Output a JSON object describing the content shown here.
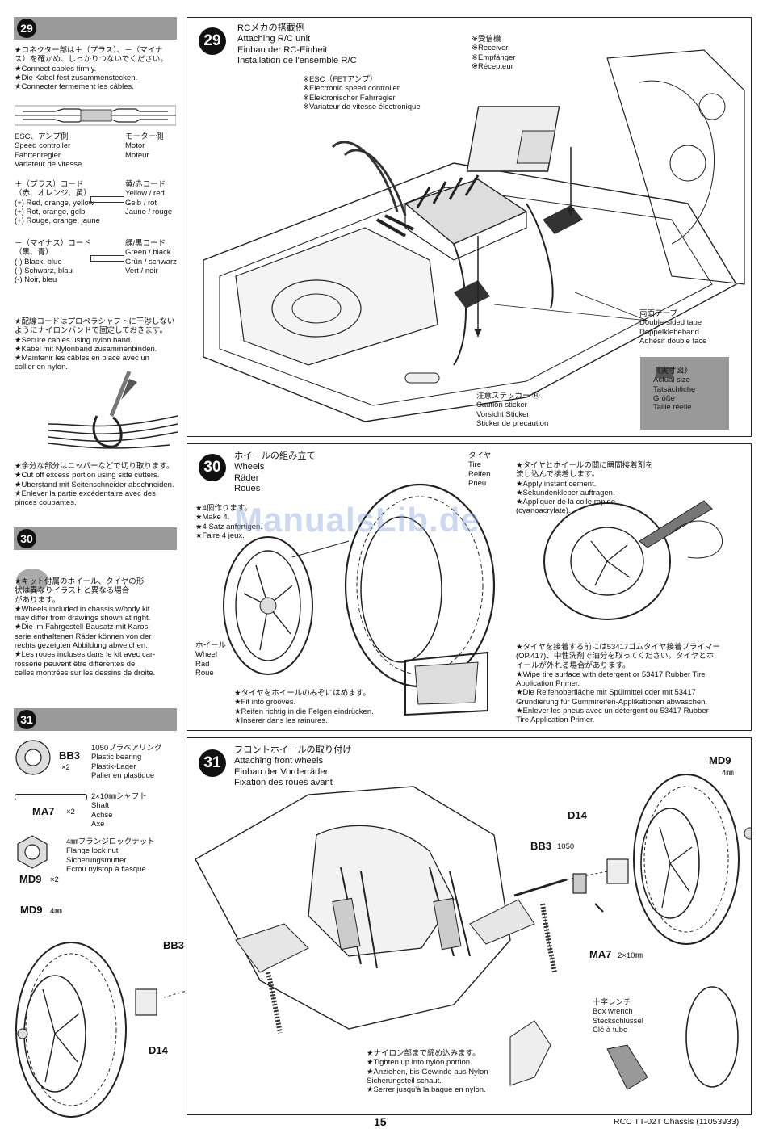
{
  "page_number": "15",
  "footer_title": "RCC TT-02T Chassis (11053933)",
  "watermark": "ManualsLib.de",
  "sidebar": {
    "s29": {
      "number": "29",
      "note": "★コネクター部は＋（プラス）、－（マイナ\nス）を確かめ、しっかりつないでください。\n★Connect cables firmly.\n★Die Kabel fest zusammenstecken.\n★Connecter fermement les câbles.",
      "esc_label": "ESC、アンプ側\nSpeed controller\nFahrtenregler\nVariateur de vitesse",
      "motor_label": "モーター側\nMotor\nMoteur",
      "plus_cord": "＋（プラス）コード\n（赤、オレンジ、黄）\n(+) Red, orange, yellow\n(+) Rot, orange, gelb\n(+) Rouge, orange, jaune",
      "plus_color": "黄/赤コード\nYellow / red\nGelb / rot\nJaune / rouge",
      "minus_cord": "－（マイナス）コード\n（黒、青）\n(-) Black, blue\n(-) Schwarz, blau\n(-) Noir, bleu",
      "minus_color": "緑/黒コード\nGreen / black\nGrün / schwarz\nVert / noir",
      "secure_note": "★配線コードはプロペラシャフトに干渉しない\nようにナイロンバンドで固定しておきます。\n★Secure cables using nylon band.\n★Kabel mit Nylonband zusammenbinden.\n★Maintenir les câbles en place avec un\ncollier en nylon.",
      "cut_note": "★余分な部分はニッパーなどで切り取ります。\n★Cut off excess portion using side cutters.\n★Überstand mit Seitenschneider abschneiden.\n★Enlever la partie excédentaire avec des\npinces coupantes."
    },
    "s30": {
      "number": "30",
      "note": "★キット付属のホイール、タイヤの形\n状は異なりイラストと異なる場合\nがあります。\n★Wheels included in chassis w/body kit\nmay differ from drawings shown at right.\n★Die im Fahrgestell-Bausatz mit Karos-\nserie enthaltenen Räder können von der\nrechts gezeigten Abbildung abweichen.\n★Les roues incluses dans le kit avec car-\nrosserie peuvent être différentes de\ncelles montrées sur les dessins de droite."
    },
    "s31": {
      "number": "31",
      "bb3_code": "BB3",
      "bb3_qty": "×2",
      "bb3_label": "1050プラベアリング\nPlastic bearing\nPlastik-Lager\nPalier en plastique",
      "ma7_code": "MA7",
      "ma7_qty": "×2",
      "ma7_label": "2×10㎜シャフト\nShaft\nAchse\nAxe",
      "md9_code": "MD9",
      "md9_qty": "×2",
      "md9_label": "4㎜フランジロックナット\nFlange lock nut\nSicherungsmutter\nEcrou nylstop à flasque"
    }
  },
  "panel29": {
    "number": "29",
    "title": "RCメカの搭載例\nAttaching R/C unit\nEinbau der RC-Einheit\nInstallation de l'ensemble R/C",
    "receiver": "※受信機\n※Receiver\n※Empfänger\n※Récepteur",
    "esc": "※ESC（FETアンプ）\n※Electronic speed controller\n※Elektronischer Fahrregler\n※Variateur de vitesse électronique",
    "tape": "両面テープ\nDouble-sided tape\nDoppelklebeband\nAdhésif double face",
    "actual_size": "《実寸図》\nActual size\nTatsächliche\nGröße\nTaille réelle",
    "sticker": "注意ステッカー Ⓑ\nCaution sticker\nVorsicht Sticker\nSticker de precaution"
  },
  "panel30": {
    "number": "30",
    "title": "ホイールの組み立て\nWheels\nRäder\nRoues",
    "make4": "★4個作ります。\n★Make 4.\n★4 Satz anfertigen.\n★Faire 4 jeux.",
    "tire": "タイヤ\nTire\nReifen\nPneu",
    "wheel": "ホイール\nWheel\nRad\nRoue",
    "glue": "★タイヤとホイールの間に瞬間接着剤を\n流し込んで接着します。\n★Apply instant cement.\n★Sekundenkleber auftragen.\n★Appliquer de la colle rapide\n(cyanoacrylate).",
    "fit": "★タイヤをホイールのみぞにはめます。\n★Fit into grooves.\n★Reifen richtig in die Felgen eindrücken.\n★Insérer dans les rainures.",
    "primer": "★タイヤを接着する前には53417ゴムタイヤ接着プライマー\n(OP.417)、中性洗剤で油分を取ってください。タイヤとホ\nイールが外れる場合があります。\n★Wipe tire surface with detergent or 53417 Rubber Tire\nApplication Primer.\n★Die Reifenoberfläche mit Spülmittel oder mit 53417\nGrundierung für Gummireifen-Applikationen abwaschen.\n★Enlever les pneus avec un détergent ou 53417 Rubber\nTire Application Primer."
  },
  "panel31": {
    "number": "31",
    "title": "フロントホイールの取り付け\nAttaching front wheels\nEinbau der Vorderräder\nFixation des roues avant",
    "md9": "MD9",
    "md9_size": "4㎜",
    "d14": "D14",
    "bb3": "BB3",
    "bb3_size": "1050",
    "ma7": "MA7",
    "ma7_size": "2×10㎜",
    "wrench": "十字レンチ\nBox wrench\nSteckschlüssel\nClé à tube",
    "tighten": "★ナイロン部まで締め込みます。\n★Tighten up into nylon portion.\n★Anziehen, bis Gewinde aus Nylon-\nSicherungsteil schaut.\n★Serrer jusqu'à la bague en nylon."
  }
}
